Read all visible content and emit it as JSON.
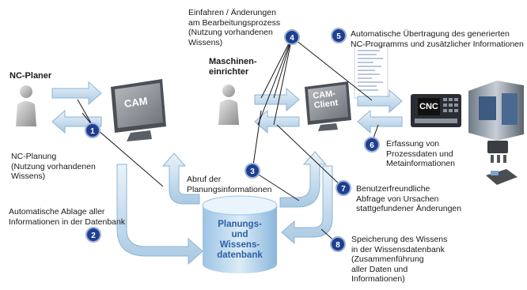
{
  "actors": {
    "nc_planer": "NC-Planer",
    "maschineneinrichter": "Maschinen-\neinrichter"
  },
  "screens": {
    "cam": "CAM",
    "cam_client": "CAM-\nClient",
    "cnc": "CNC"
  },
  "database": {
    "label": "Planungs-\nund\nWissens-\ndatenbank"
  },
  "steps": [
    {
      "num": "1",
      "text": "NC-Planung\n(Nutzung vorhandenen\nWissens)"
    },
    {
      "num": "2",
      "text": "Automatische Ablage aller\nInformationen in der Datenbank"
    },
    {
      "num": "3",
      "text": "Abruf der\nPlanungsinformationen"
    },
    {
      "num": "4",
      "text": "Einfahren / Änderungen\nam Bearbeitungsprozess\n(Nutzung vorhandenen\nWissens)"
    },
    {
      "num": "5",
      "text": "Automatische Übertragung des generierten\nNC-Programms und zusätzlicher Informationen"
    },
    {
      "num": "6",
      "text": "Erfassung von\nProzessdaten und\nMetainformationen"
    },
    {
      "num": "7",
      "text": "Benutzerfreundliche\nAbfrage von Ursachen\nstattgefundener Änderungen"
    },
    {
      "num": "8",
      "text": "Speicherung des Wissens\nin der Wissensdatenbank\n(Zusammenführung\naller Daten und\nInformationen)"
    }
  ],
  "colors": {
    "badge": "#1f3f8f",
    "arrow_fill": "#cfe3f2",
    "arrow_stroke": "#8fb4d3",
    "screen_frame": "#5a5f66",
    "cam_screen": "#8a8f95",
    "cnc_panel": "#2a2d33"
  }
}
